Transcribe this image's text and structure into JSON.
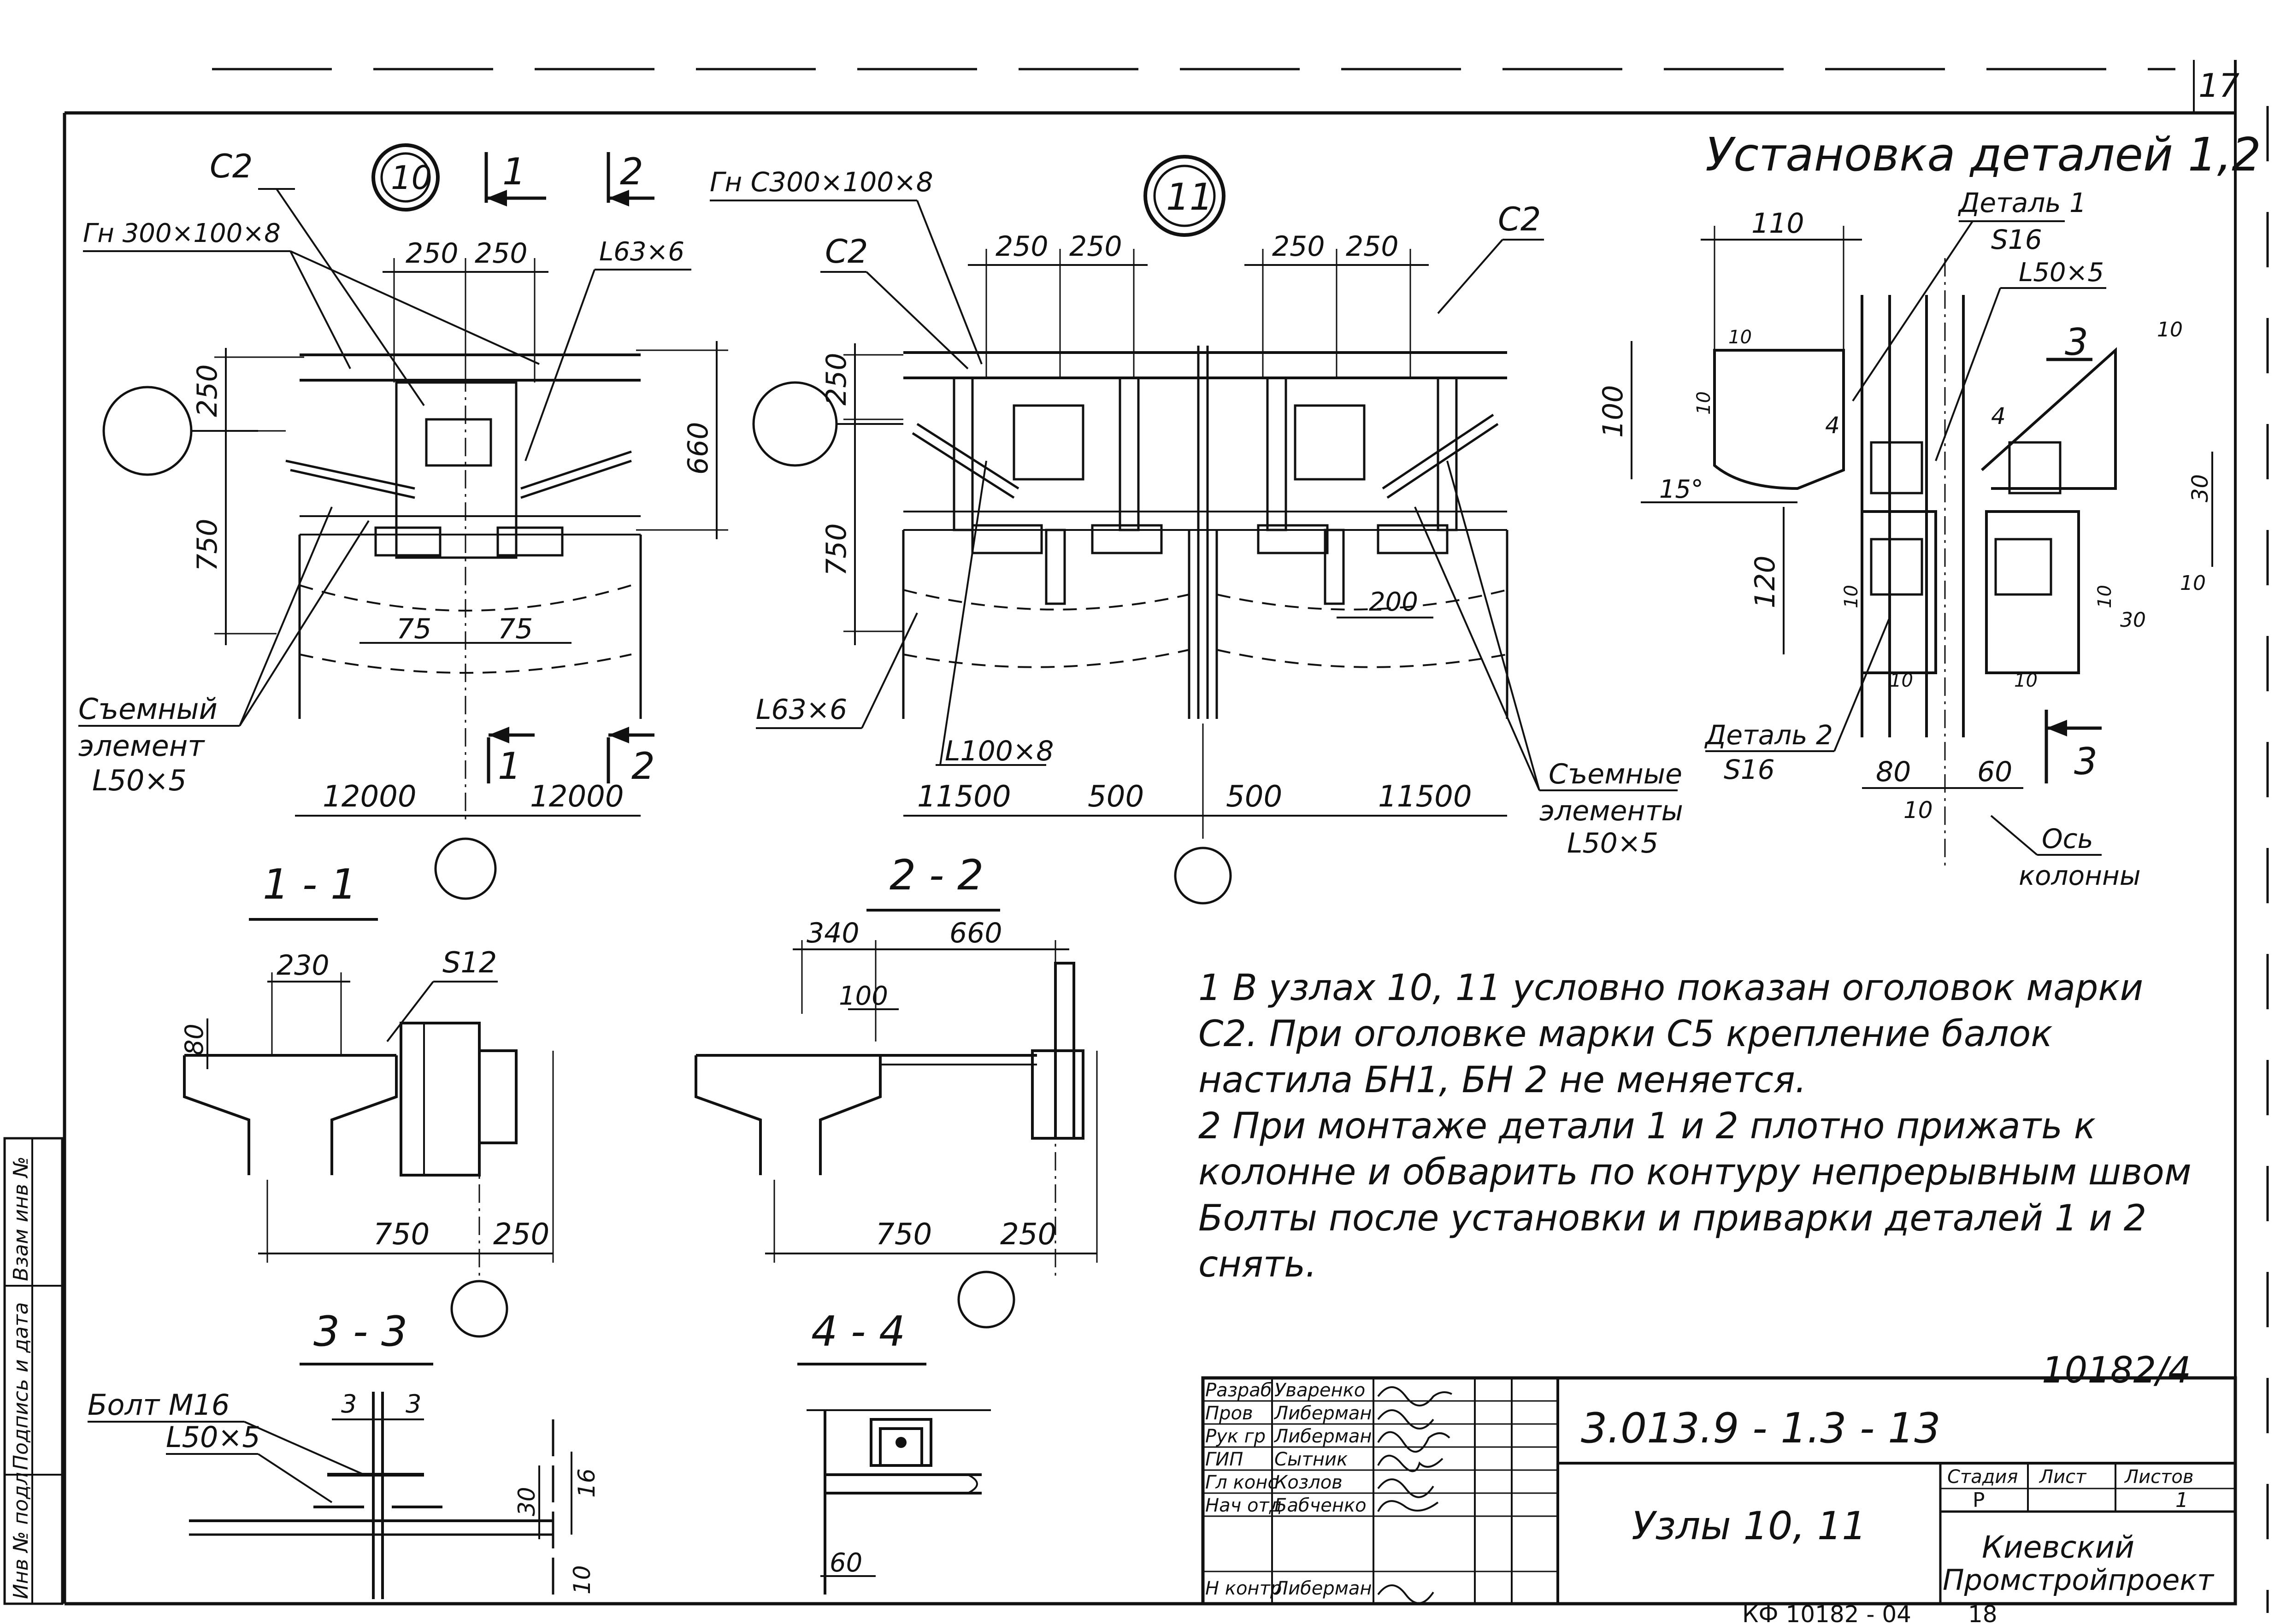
{
  "sheet": {
    "sheet_number": "17",
    "heading": "Установка деталей 1,2",
    "sections": {
      "s11": "1 - 1",
      "s22": "2 - 2",
      "s33": "3 - 3",
      "s44": "4 - 4"
    }
  },
  "node10": {
    "circle": "10",
    "cut1": "1",
    "cut2": "2",
    "c2": "C2",
    "beam": "Гн 300×100×8",
    "angle": "L63×6",
    "d250a": "250",
    "d250b": "250",
    "d250v": "250",
    "d750v": "750",
    "d660": "660",
    "d75a": "75",
    "d75b": "75",
    "removable": "Съемный",
    "element": "элемент",
    "element_angle": "L50×5",
    "span_left": "12000",
    "span_right": "12000",
    "cut1b": "1",
    "cut2b": "2"
  },
  "node11": {
    "circle": "11",
    "beam": "Гн C300×100×8",
    "c2a": "C2",
    "c2b": "C2",
    "d250a": "250",
    "d250b": "250",
    "d250c": "250",
    "d250d": "250",
    "d250v": "250",
    "d750v": "750",
    "d200": "200",
    "angle63": "L63×6",
    "angle100": "L100×8",
    "span_left": "11500",
    "gap_left": "500",
    "gap_right": "500",
    "span_right": "11500",
    "removable": "Съемные",
    "elements": "элементы",
    "elements_angle": "L50×5"
  },
  "details": {
    "detail1": "Деталь 1",
    "detail1_thk": "S16",
    "angle": "L50×5",
    "d110": "110",
    "d100": "100",
    "d120": "120",
    "d10a": "10",
    "d10b": "10",
    "d10c": "10",
    "d10d": "10",
    "d10e": "10",
    "d10f": "10",
    "d10g": "10",
    "d30a": "30",
    "d30b": "30",
    "angle15": "15°",
    "d4a": "4",
    "d4b": "4",
    "cut3": "3",
    "cut3b": "3",
    "detail2": "Деталь 2",
    "detail2_thk": "S16",
    "d80": "80",
    "d60": "60",
    "d10h": "10",
    "axis1": "Ось",
    "axis2": "колонны"
  },
  "sec11": {
    "d230": "230",
    "s12": "S12",
    "d80": "80",
    "d750": "750",
    "d250": "250"
  },
  "sec22": {
    "d340": "340",
    "d660": "660",
    "d100": "100",
    "d750": "750",
    "d250": "250"
  },
  "sec33": {
    "bolt": "Болт M16",
    "angle": "L50×5",
    "d3a": "3",
    "d3b": "3",
    "d30": "30",
    "d16": "16",
    "d10": "10"
  },
  "sec44": {
    "d60": "60"
  },
  "notes": [
    "1  В  узлах  10, 11  условно  показан  оголовок  марки",
    "С2.   При  оголовке  марки  С5   крепление  балок",
    "настила  БН1,  БН 2  не  меняется.",
    "2  При  монтаже  детали  1 и 2  плотно  прижать  к",
    "колонне  и  обварить  по  контуру  непрерывным  швом",
    "Болты  после  установки  и  приварки  деталей  1 и 2",
    "снять."
  ],
  "stamp_ref": "10182/4",
  "title_block": {
    "roles": [
      "Разраб",
      "Пров",
      "Рук гр",
      "ГИП",
      "Гл конс",
      "Нач отд",
      "Н контр"
    ],
    "names": [
      "Уваренко",
      "Либерман",
      "Либерман",
      "Сытник",
      "Козлов",
      "Бабченко",
      "Либерман"
    ],
    "designation": "3.013.9 - 1.3 - 13",
    "title": "Узлы  10, 11",
    "stage_label": "Стадия",
    "sheet_label": "Лист",
    "sheets_label": "Листов",
    "stage": "Р",
    "sheet": "",
    "sheets": "1",
    "org1": "Киевский",
    "org2": "Промстройпроект"
  },
  "side_stamp": [
    "Инв № подл",
    "Подпись и дата",
    "Взам инв №"
  ],
  "bottom_ref": "КФ 10182 - 04",
  "bottom_num": "18"
}
